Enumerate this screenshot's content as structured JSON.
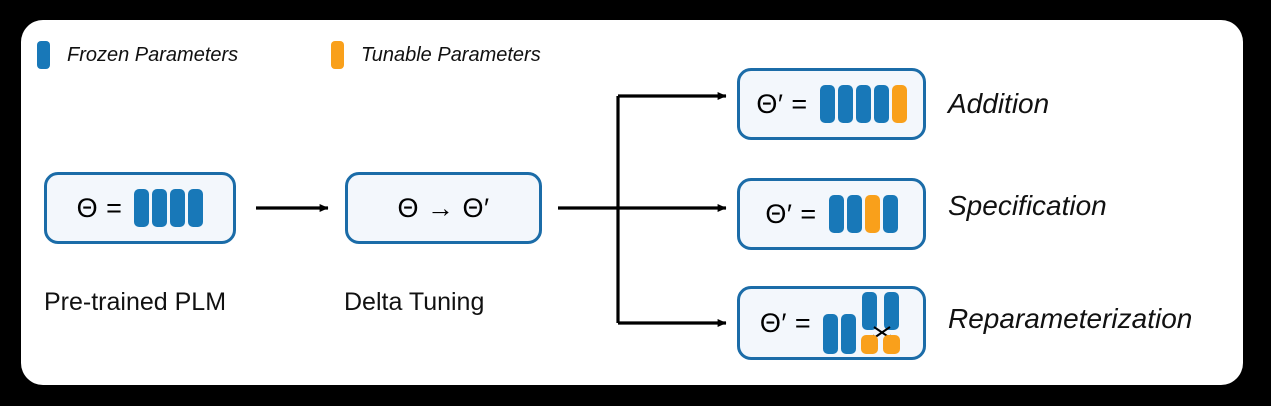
{
  "colors": {
    "frozen_blue": "#1878b8",
    "tunable_orange": "#f9a01b",
    "box_border": "#1b6ca8",
    "box_fill": "#f3f7fc",
    "panel_bg": "#ffffff",
    "outer_bg": "#000000",
    "arrow": "#000000",
    "text": "#111111"
  },
  "legend": {
    "frozen": {
      "label": "Frozen Parameters",
      "color": "#1878b8",
      "icon": "blue-bar-swatch"
    },
    "tunable": {
      "label": "Tunable Parameters",
      "color": "#f9a01b",
      "icon": "orange-bar-swatch"
    }
  },
  "flow": {
    "plm": {
      "equation": "Θ =",
      "caption": "Pre-trained PLM",
      "bars": [
        "frozen",
        "frozen",
        "frozen",
        "frozen"
      ]
    },
    "delta": {
      "equation": "Θ → Θ′",
      "caption": "Delta Tuning"
    }
  },
  "branches": [
    {
      "id": "addition",
      "equation": "Θ′ =",
      "label": "Addition",
      "bars": [
        "frozen",
        "frozen",
        "frozen",
        "frozen",
        "tunable"
      ]
    },
    {
      "id": "specification",
      "equation": "Θ′ =",
      "label": "Specification",
      "bars": [
        "frozen",
        "frozen",
        "tunable",
        "frozen"
      ]
    },
    {
      "id": "reparameterization",
      "equation": "Θ′ =",
      "label": "Reparameterization",
      "tall_bars": [
        "frozen",
        "frozen"
      ],
      "raised_bars": [
        "frozen",
        "frozen"
      ],
      "low_bars": [
        "tunable",
        "tunable"
      ],
      "crossing_arrows": 2
    }
  ]
}
